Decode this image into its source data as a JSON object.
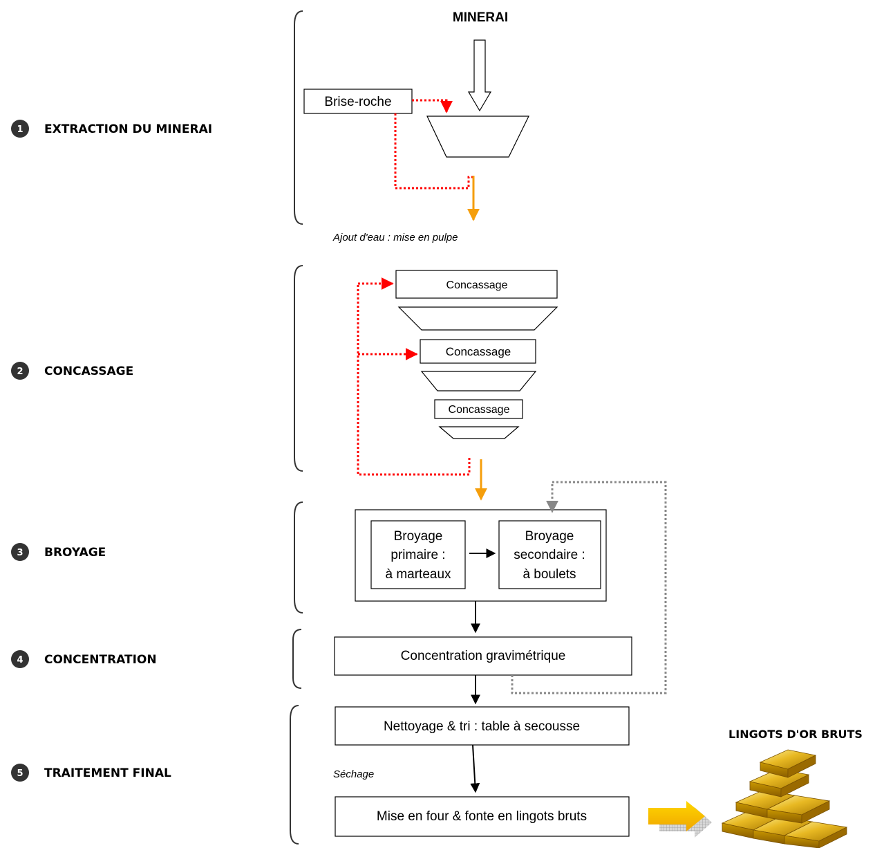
{
  "stages": [
    {
      "num": "1",
      "label": "EXTRACTION DU MINERAI"
    },
    {
      "num": "2",
      "label": "CONCASSAGE"
    },
    {
      "num": "3",
      "label": "BROYAGE"
    },
    {
      "num": "4",
      "label": "CONCENTRATION"
    },
    {
      "num": "5",
      "label": "TRAITEMENT FINAL"
    }
  ],
  "extraction": {
    "title": "MINERAI",
    "breaker": "Brise-roche",
    "water_note": "Ajout d'eau : mise en pulpe"
  },
  "crushing": {
    "labels": [
      "Concassage",
      "Concassage",
      "Concassage"
    ]
  },
  "grinding": {
    "primary": [
      "Broyage",
      "primaire :",
      "à marteaux"
    ],
    "secondary": [
      "Broyage",
      "secondaire :",
      "à boulets"
    ]
  },
  "concentration": {
    "label": "Concentration gravimétrique"
  },
  "final": {
    "cleaning": "Nettoyage & tri : table à secousse",
    "drying_note": "Séchage",
    "smelting": "Mise en four & fonte en lingots bruts",
    "output_title": "LINGOTS D'OR BRUTS"
  },
  "colors": {
    "dotted_red": "#ff0000",
    "orange_arrow": "#f59e0b",
    "recycle_grey": "#888888",
    "stage_circle": "#333333",
    "gold": "#d4a017"
  }
}
